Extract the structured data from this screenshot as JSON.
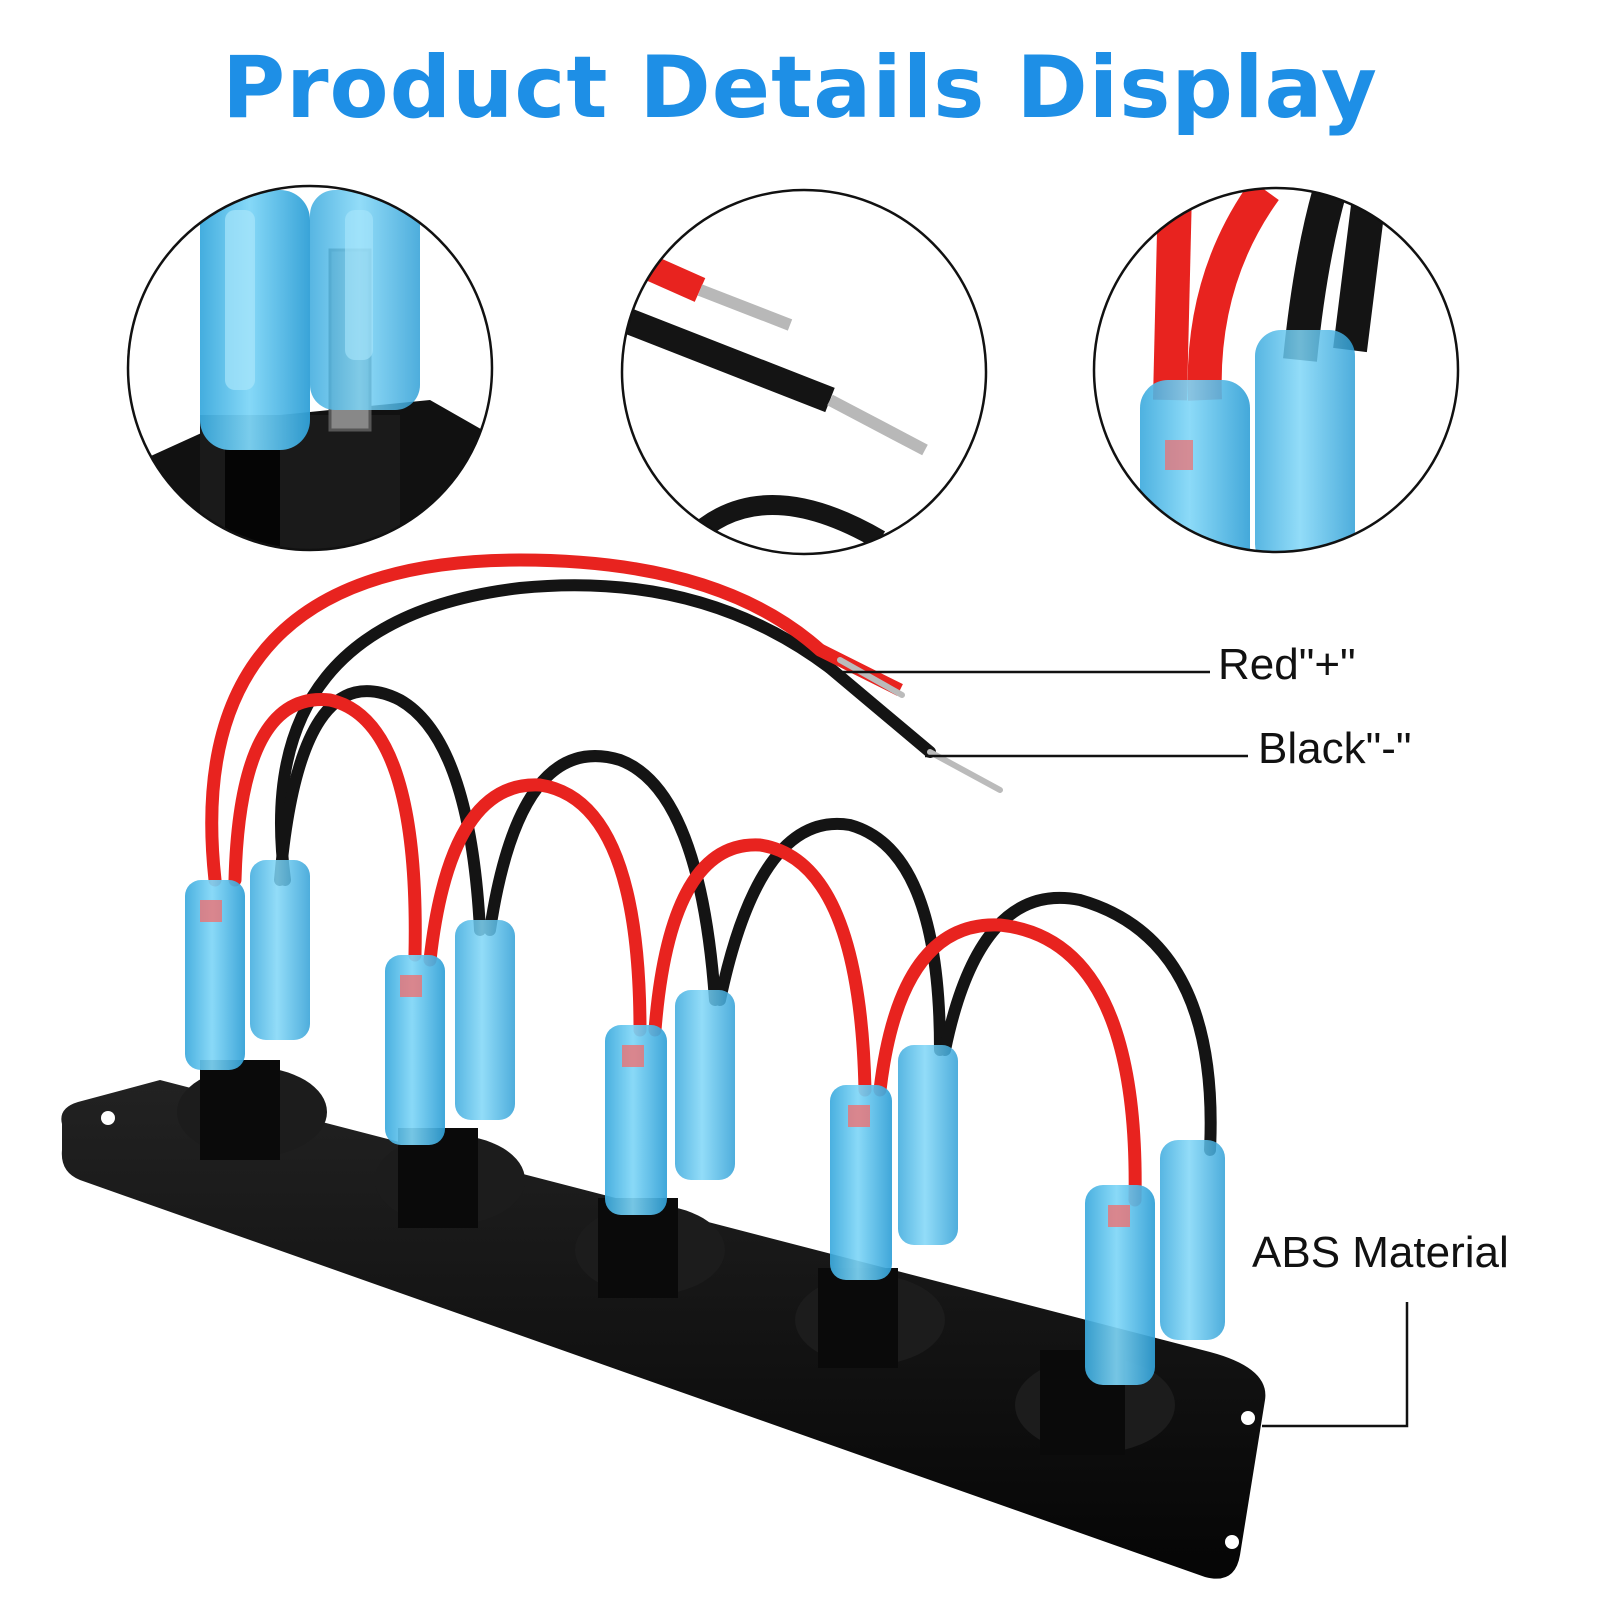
{
  "title": "Product Details Display",
  "callouts": {
    "red": "Red\"+\"",
    "black": "Black\"-\"",
    "material": "ABS Material"
  },
  "colors": {
    "title": "#1e8fe6",
    "wire_red": "#e8231f",
    "wire_black": "#141414",
    "connector_blue": "#4fc3f0",
    "panel": "#0d0d0d"
  }
}
